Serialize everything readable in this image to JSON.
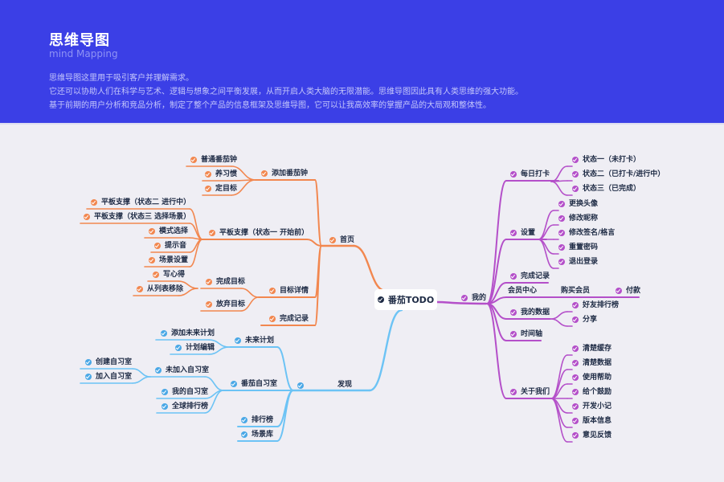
{
  "header": {
    "title": "思维导图",
    "subtitle": "mind Mapping",
    "desc": [
      "思维导图这里用于吸引客户并理解需求。",
      "它还可以协助人们在科学与艺术、逻辑与想象之间平衡发展，从而开启人类大脑的无限潜能。思维导图因此具有人类思维的强大功能。",
      "基于前期的用户分析和竞品分析，制定了整个产品的信息框架及思维导图，它可以让我高效率的掌握产品的大局观和整体性。"
    ]
  },
  "colors": {
    "header_bg": "#3b3fe6",
    "background": "#efeef4",
    "home_branch": "#f2874f",
    "discover_branch": "#6cc3f5",
    "mine_branch": "#b44fc9",
    "text": "#1d2a44"
  },
  "root": {
    "label": "番茄TODO",
    "icon": "check-circle-icon"
  },
  "mindmap": {
    "home": {
      "label": "首页",
      "children": [
        {
          "label": "添加番茄钟",
          "children": [
            {
              "label": "普通番茄钟"
            },
            {
              "label": "养习惯"
            },
            {
              "label": "定目标"
            }
          ]
        },
        {
          "label": "平板支撑（状态一 开始前）",
          "children": [
            {
              "label": "平板支撑（状态二 进行中）"
            },
            {
              "label": "平板支撑（状态三 选择场景）"
            },
            {
              "label": "模式选择"
            },
            {
              "label": "提示音"
            },
            {
              "label": "场景设置"
            }
          ]
        },
        {
          "label": "目标详情",
          "children": [
            {
              "label": "完成目标",
              "children": [
                {
                  "label": "写心得"
                },
                {
                  "label": "从列表移除"
                }
              ]
            },
            {
              "label": "放弃目标"
            }
          ]
        },
        {
          "label": "完成记录"
        }
      ]
    },
    "discover": {
      "label": "发现",
      "children": [
        {
          "label": "未来计划",
          "children": [
            {
              "label": "添加未来计划"
            },
            {
              "label": "计划编辑"
            }
          ]
        },
        {
          "label": "番茄自习室",
          "children": [
            {
              "label": "未加入自习室",
              "children": [
                {
                  "label": "创建自习室"
                },
                {
                  "label": "加入自习室"
                }
              ]
            },
            {
              "label": "我的自习室"
            },
            {
              "label": "全球排行榜"
            }
          ]
        },
        {
          "label": "排行榜"
        },
        {
          "label": "场景库"
        }
      ]
    },
    "mine": {
      "label": "我的",
      "children": [
        {
          "label": "每日打卡",
          "children": [
            {
              "label": "状态一（未打卡）"
            },
            {
              "label": "状态二（已打卡/进行中）"
            },
            {
              "label": "状态三（已完成）"
            }
          ]
        },
        {
          "label": "设置",
          "children": [
            {
              "label": "更换头像"
            },
            {
              "label": "修改昵称"
            },
            {
              "label": "修改签名/格言"
            },
            {
              "label": "重置密码"
            },
            {
              "label": "退出登录"
            }
          ]
        },
        {
          "label": "完成记录"
        },
        {
          "label": "会员中心",
          "children": [
            {
              "label": "购买会员",
              "children": [
                {
                  "label": "付款"
                }
              ]
            }
          ]
        },
        {
          "label": "我的数据",
          "children": [
            {
              "label": "好友排行榜"
            },
            {
              "label": "分享"
            }
          ]
        },
        {
          "label": "时间轴"
        },
        {
          "label": "关于我们",
          "children": [
            {
              "label": "清楚缓存"
            },
            {
              "label": "清楚数据"
            },
            {
              "label": "使用帮助"
            },
            {
              "label": "给个鼓励"
            },
            {
              "label": "开发小记"
            },
            {
              "label": "版本信息"
            },
            {
              "label": "意见反馈"
            }
          ]
        }
      ]
    }
  }
}
